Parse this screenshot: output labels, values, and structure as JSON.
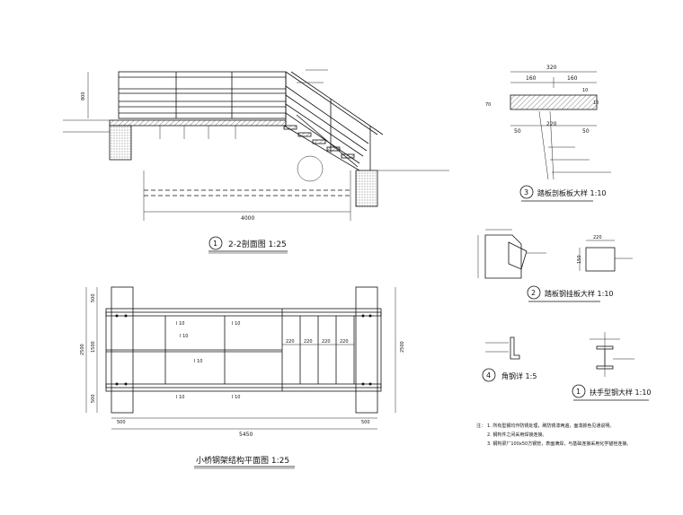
{
  "views": {
    "section_2_2": {
      "number": "1",
      "title": "2-2剖面图  1:25",
      "dim_width": "4000",
      "dim_height": "800"
    },
    "plan": {
      "title": "小桥钢架结构平面图  1:25",
      "dim_total": "5450",
      "dim_left": "500",
      "dim_right": "500",
      "dim_rows_left": [
        "500",
        "1500",
        "500"
      ],
      "dim_total_left": "2500",
      "dim_total_right": "2500",
      "dim_slats": [
        "220",
        "220",
        "220",
        "220"
      ],
      "beam_labels": [
        "I 10",
        "I 10",
        "I 10",
        "I 10",
        "I 10",
        "I 10"
      ]
    },
    "detail_3": {
      "number": "3",
      "title": "踏板剖板板大样  1:10",
      "dim_top": "320",
      "dim_a": "160",
      "dim_b": "160",
      "dim_bottom_a": "50",
      "dim_bottom_b": "220",
      "dim_bottom_c": "50",
      "dim_h": "70",
      "dim_r1": "10",
      "dim_r2": "10"
    },
    "detail_2": {
      "number": "2",
      "title": "踏板钢挂板大样  1:10",
      "dim_top": "220",
      "dim_side": "150"
    },
    "detail_4": {
      "number": "4",
      "title": "角钢详  1:5"
    },
    "detail_1b": {
      "number": "1",
      "title": "扶手型钢大样  1:10"
    }
  },
  "notes": {
    "label": "注：",
    "lines": [
      "1. 所有型钢均作防锈处理，刷防锈漆两遍，面漆颜色见通说明。",
      "2. 钢构件之间采用焊接连接。",
      "3. 钢构梁厂100x50方钢管，表面满焊，与基础连接采用化学锚栓连接。"
    ]
  }
}
